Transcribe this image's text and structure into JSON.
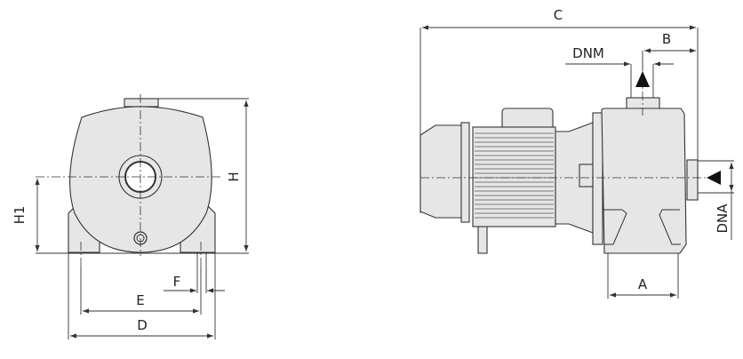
{
  "front_view": {
    "labels": {
      "H": "H",
      "H1": "H1",
      "E": "E",
      "D": "D",
      "F": "F"
    }
  },
  "side_view": {
    "labels": {
      "C": "C",
      "B": "B",
      "DNM": "DNM",
      "DNA": "DNA",
      "A": "A"
    }
  },
  "colors": {
    "body_fill": "#e6e6e6",
    "line": "#333333"
  }
}
